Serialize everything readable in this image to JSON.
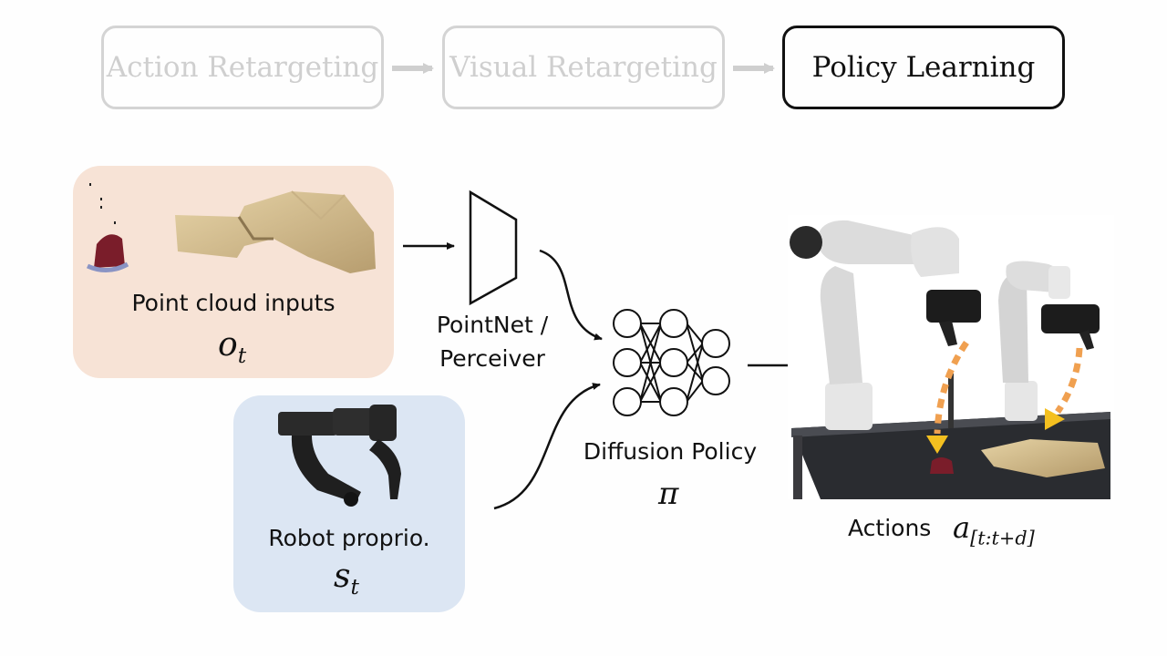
{
  "pipeline": {
    "stages": [
      {
        "label": "Action Retargeting",
        "state": "inactive"
      },
      {
        "label": "Visual Retargeting",
        "state": "inactive"
      },
      {
        "label": "Policy Learning",
        "state": "active"
      }
    ]
  },
  "inputs": {
    "point_cloud": {
      "label": "Point cloud inputs",
      "symbol": "o",
      "subscript": "t"
    },
    "proprio": {
      "label": "Robot proprio.",
      "symbol": "s",
      "subscript": "t"
    }
  },
  "encoder": {
    "label_line1": "PointNet /",
    "label_line2": "Perceiver"
  },
  "policy": {
    "label": "Diffusion Policy",
    "symbol": "π"
  },
  "output": {
    "label": "Actions",
    "symbol": "a",
    "subscript": "[t:t+d]"
  },
  "colors": {
    "point_cloud_panel": "#f7e3d6",
    "proprio_panel": "#dce6f3",
    "inactive_border": "#d4d4d4",
    "active_border": "#111111",
    "dashed_arrow": "#f0a050",
    "arrow_head": "#f4c020"
  },
  "icons": [
    "point-cloud-image",
    "robot-hand-image",
    "robot-arms-photo",
    "neural-network-icon",
    "encoder-trapezoid-icon"
  ]
}
